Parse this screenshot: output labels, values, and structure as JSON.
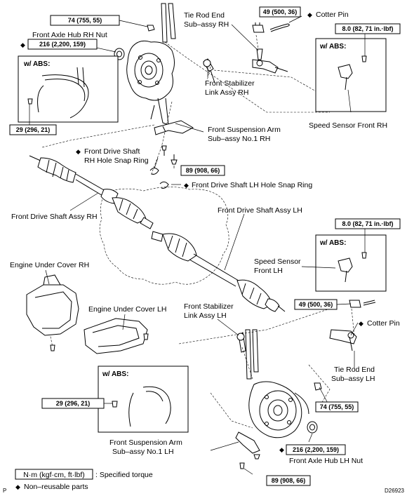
{
  "labels": {
    "front_axle_hub_rh_nut": "Front Axle Hub RH Nut",
    "tie_rod_end_rh_line1": "Tie Rod End",
    "tie_rod_end_rh_line2": "Sub–assy RH",
    "cotter_pin_rh": "Cotter Pin",
    "front_stab_link_rh_line1": "Front Stabilizer",
    "front_stab_link_rh_line2": "Link Assy RH",
    "speed_sensor_front_rh": "Speed Sensor Front RH",
    "front_susp_arm_rh_line1": "Front Suspension Arm",
    "front_susp_arm_rh_line2": "Sub–assy No.1 RH",
    "drive_shaft_rh_snap_line1": "Front Drive Shaft",
    "drive_shaft_rh_snap_line2": "RH Hole Snap Ring",
    "drive_shaft_lh_snap": "Front Drive Shaft LH Hole Snap Ring",
    "front_drive_shaft_assy_rh": "Front Drive Shaft Assy RH",
    "front_drive_shaft_assy_lh": "Front Drive Shaft Assy LH",
    "speed_sensor_front_lh_line1": "Speed Sensor",
    "speed_sensor_front_lh_line2": "Front LH",
    "engine_under_cover_rh": "Engine Under Cover RH",
    "engine_under_cover_lh": "Engine Under Cover LH",
    "front_stab_link_lh_line1": "Front Stabilizer",
    "front_stab_link_lh_line2": "Link Assy LH",
    "cotter_pin_lh": "Cotter Pin",
    "tie_rod_end_lh_line1": "Tie Rod End",
    "tie_rod_end_lh_line2": "Sub–assy LH",
    "front_susp_arm_lh_line1": "Front Suspension Arm",
    "front_susp_arm_lh_line2": "Sub–assy No.1 LH",
    "front_axle_hub_lh_nut": "Front Axle Hub LH Nut"
  },
  "torques": {
    "t74_rh": "74 (755, 55)",
    "t216_rh": "216 (2,200, 159)",
    "t49_rh": "49 (500, 36)",
    "t8_rh": "8.0 (82, 71 in.·lbf)",
    "t29_rh": "29 (296, 21)",
    "t89_rh": "89 (908, 66)",
    "t8_lh": "8.0 (82, 71 in.·lbf)",
    "t49_lh": "49 (500, 36)",
    "t29_lh": "29 (296, 21)",
    "t74_lh": "74 (755, 55)",
    "t216_lh": "216 (2,200, 159)",
    "t89_lh": "89 (908, 66)"
  },
  "abs_boxes": {
    "rh_left": "w/ ABS:",
    "rh_right": "w/ ABS:",
    "lh_right": "w/ ABS:",
    "lh_left": "w/ ABS:"
  },
  "legend": {
    "unit_box": "N·m (kgf·cm, ft·lbf)",
    "unit_text": ": Specified torque",
    "non_reusable": "Non–reusable parts"
  },
  "symbols": {
    "diamond": "◆"
  },
  "footer": {
    "page_mark": "P",
    "figure_id": "D26923"
  }
}
